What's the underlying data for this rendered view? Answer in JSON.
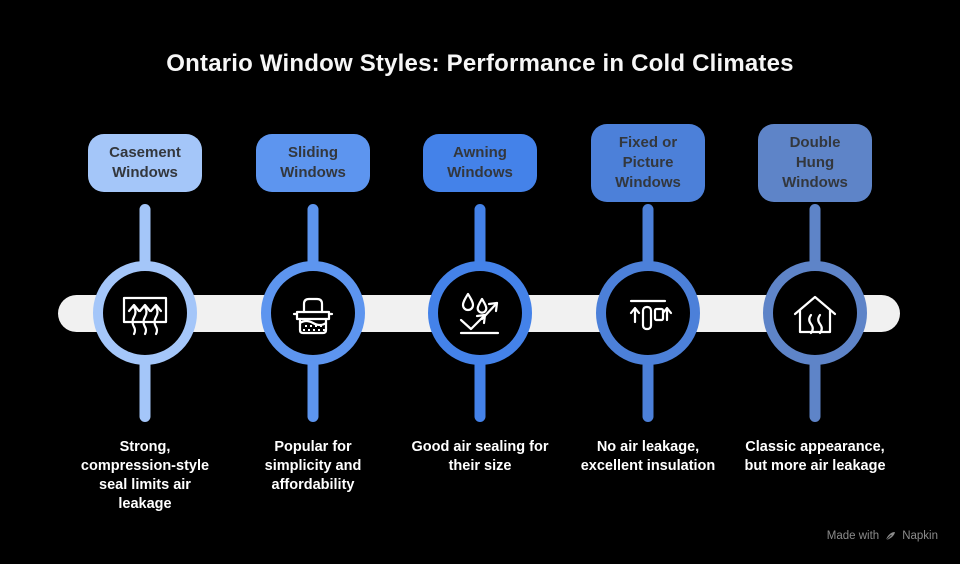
{
  "title": "Ontario Window Styles: Performance in Cold Climates",
  "background": "#000000",
  "bar_color": "#f1f1f1",
  "nodes": [
    {
      "label": "Casement Windows",
      "label_lines": [
        "Casement",
        "Windows"
      ],
      "description": "Strong, compression-style seal limits air leakage",
      "desc_lines": [
        "Strong,",
        "compression-style",
        "seal limits air",
        "leakage"
      ],
      "color": "#a4c6f9",
      "icon": "compression-seal-icon"
    },
    {
      "label": "Sliding Windows",
      "label_lines": [
        "Sliding",
        "Windows"
      ],
      "description": "Popular for simplicity and affordability",
      "desc_lines": [
        "Popular for",
        "simplicity and",
        "affordability"
      ],
      "color": "#5d95ef",
      "icon": "sliding-mechanism-icon"
    },
    {
      "label": "Awning Windows",
      "label_lines": [
        "Awning",
        "Windows"
      ],
      "description": "Good air sealing for their size",
      "desc_lines": [
        "Good air sealing for",
        "their size"
      ],
      "color": "#4482e9",
      "icon": "water-repel-icon"
    },
    {
      "label": "Fixed or Picture Windows",
      "label_lines": [
        "Fixed or",
        "Picture",
        "Windows"
      ],
      "description": "No air leakage, excellent insulation",
      "desc_lines": [
        "No air leakage,",
        "excellent insulation"
      ],
      "color": "#4c80d9",
      "icon": "insulation-gap-icon"
    },
    {
      "label": "Double Hung Windows",
      "label_lines": [
        "Double",
        "Hung",
        "Windows"
      ],
      "description": "Classic appearance, but more air leakage",
      "desc_lines": [
        "Classic appearance,",
        "but more air leakage"
      ],
      "color": "#5e84c8",
      "icon": "warm-house-icon"
    }
  ],
  "watermark": {
    "prefix": "Made with",
    "brand": "Napkin"
  }
}
